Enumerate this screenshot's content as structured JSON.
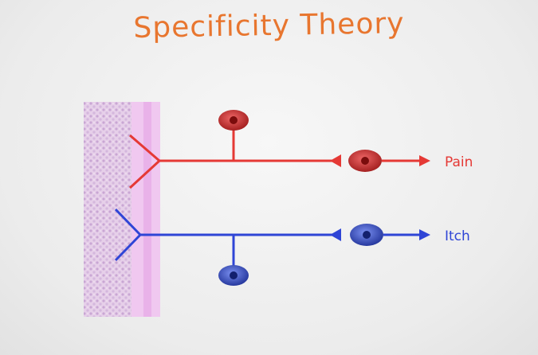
{
  "title": "Specificity Theory",
  "labels": {
    "pain": "Pain",
    "itch": "Itch"
  },
  "colors": {
    "title": "#e8762f",
    "pain": "#e53935",
    "itch": "#2f45d6",
    "skin": "#d9b3e0"
  }
}
